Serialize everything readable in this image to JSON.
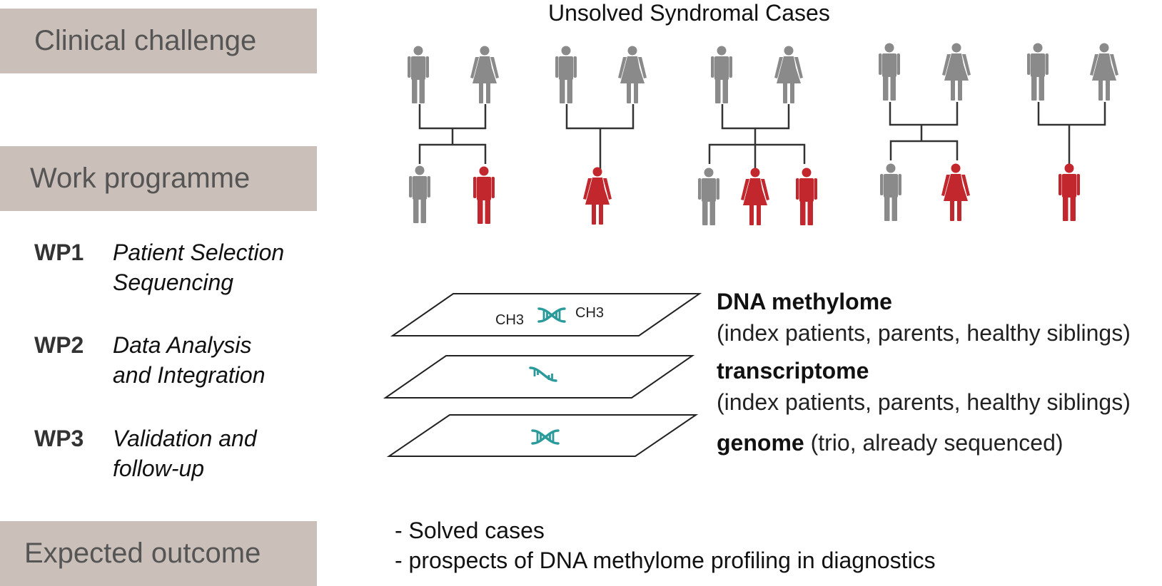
{
  "sections": {
    "clinical": "Clinical challenge",
    "work": "Work programme",
    "outcome": "Expected outcome"
  },
  "work_packages": [
    {
      "code": "WP1",
      "title_line1": "Patient Selection",
      "title_line2": "Sequencing"
    },
    {
      "code": "WP2",
      "title_line1": "Data Analysis",
      "title_line2": "and Integration"
    },
    {
      "code": "WP3",
      "title_line1": "Validation and",
      "title_line2": "follow-up"
    }
  ],
  "cases_title": "Unsolved Syndromal Cases",
  "layers": [
    {
      "name": "DNA methylome",
      "detail": "(index patients, parents, healthy siblings)"
    },
    {
      "name": "transcriptome",
      "detail": "(index patients, parents, healthy siblings)"
    },
    {
      "name": "genome",
      "detail": "(trio, already sequenced)"
    }
  ],
  "ch3_label": "CH3",
  "outcomes": [
    "- Solved cases",
    "- prospects of DNA methylome profiling in diagnostics"
  ],
  "colors": {
    "section_bg": "#cbbfb9",
    "unaffected": "#8a8a8a",
    "affected": "#c1272d",
    "dna": "#2a9a9a",
    "lines": "#333333"
  }
}
